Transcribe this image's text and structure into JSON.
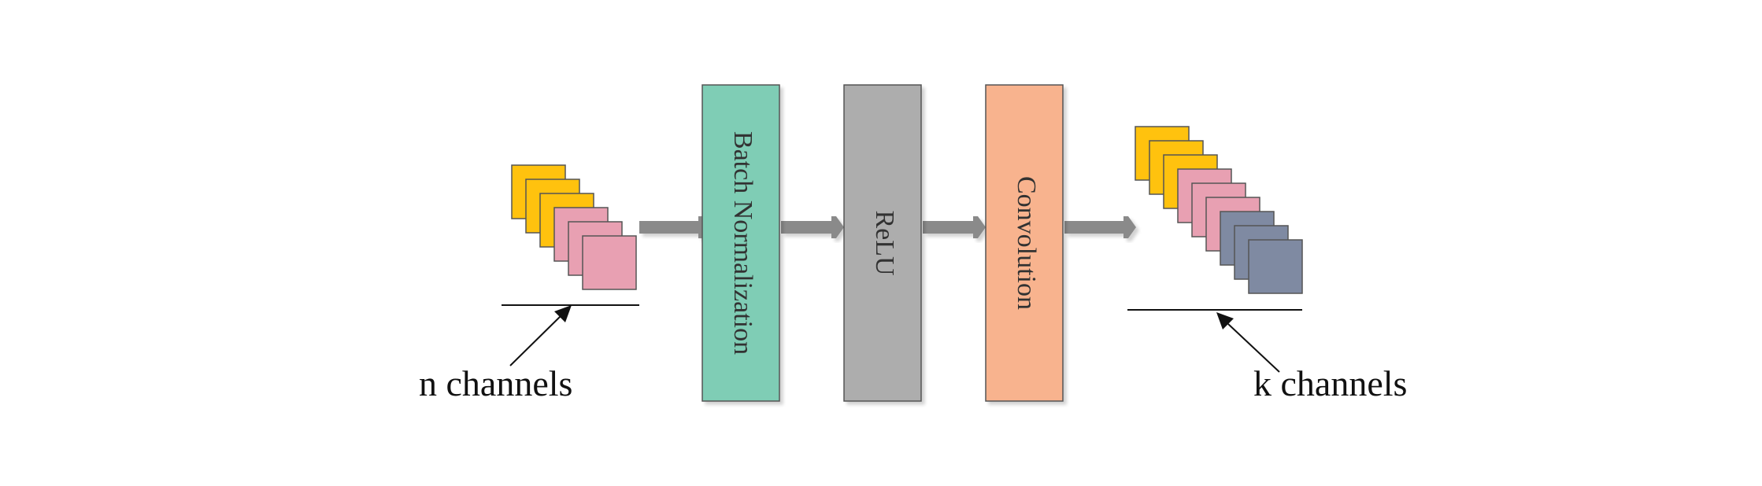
{
  "input": {
    "label": "n channels",
    "maps": [
      "yellow",
      "yellow",
      "yellow",
      "pink",
      "pink",
      "pink"
    ]
  },
  "output": {
    "label": "k channels",
    "maps": [
      "yellow",
      "yellow",
      "yellow",
      "pink",
      "pink",
      "pink",
      "slate",
      "slate",
      "slate"
    ]
  },
  "blocks": [
    {
      "label": "Batch Normalization",
      "color": "#7FCDB5"
    },
    {
      "label": "ReLU",
      "color": "#ADADAD"
    },
    {
      "label": "Convolution",
      "color": "#F8B38E"
    }
  ],
  "colors": {
    "yellow": "#FFC20E",
    "pink": "#E8A0B2",
    "slate": "#7F8AA2",
    "arrow": "#8A8A8A",
    "outline": "#555555"
  }
}
